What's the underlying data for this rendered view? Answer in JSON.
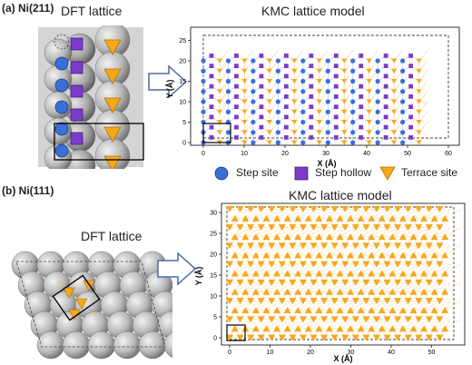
{
  "panel_a": {
    "label": "(a) Ni(211)",
    "dft_title": "DFT lattice",
    "kmc_title": "KMC lattice model",
    "axes": {
      "xlabel": "X (Å)",
      "ylabel": "Y (Å)",
      "xticks": [
        "0",
        "10",
        "20",
        "30",
        "40",
        "50",
        "60"
      ],
      "yticks": [
        "0",
        "5",
        "10",
        "15",
        "20",
        "25"
      ]
    },
    "legend": [
      {
        "text": "Step site",
        "color": "#3a6fd8",
        "shape": "circle"
      },
      {
        "text": "Step hollow",
        "color": "#7a3cc8",
        "shape": "square"
      },
      {
        "text": "Terrace site",
        "color": "#f6a81c",
        "shape": "down-triangle"
      }
    ]
  },
  "panel_b": {
    "label": "(b) Ni(111)",
    "dft_title": "DFT lattice",
    "kmc_title": "KMC lattice model",
    "axes": {
      "xlabel": "X (Å)",
      "ylabel": "Y (Å)",
      "xticks": [
        "0",
        "10",
        "20",
        "30",
        "40",
        "50"
      ],
      "yticks": [
        "0",
        "5",
        "10",
        "15",
        "20",
        "25",
        "30"
      ]
    }
  },
  "colors": {
    "step_site": "#3a6fd8",
    "step_hollow": "#7a3cc8",
    "terrace": "#f6a81c",
    "atom_gray": "#b8b8b8"
  }
}
